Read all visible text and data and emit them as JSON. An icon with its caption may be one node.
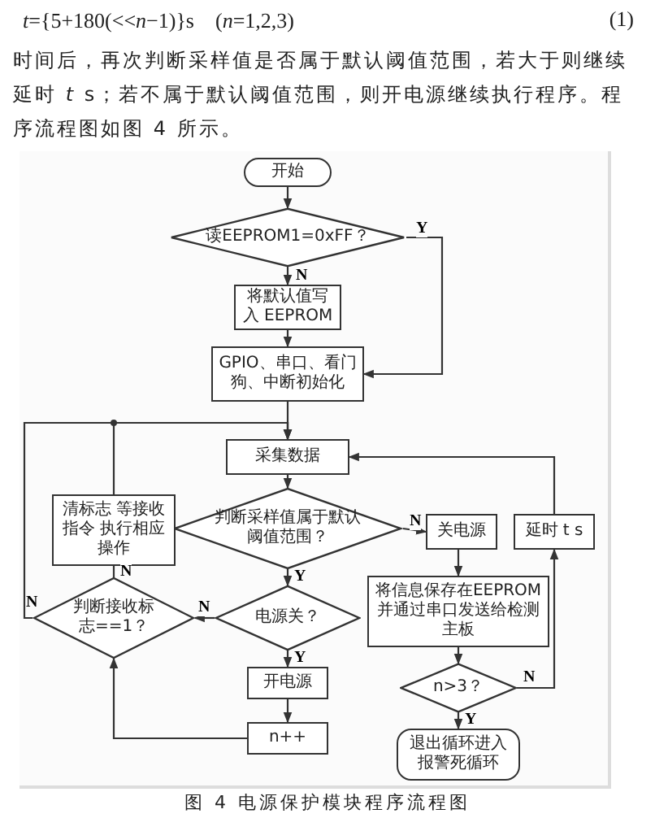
{
  "diagram": {
    "caption": "图 4  电源保护模块程序流程图",
    "nodes": [
      {
        "text": [
          "开始"
        ]
      },
      {
        "text": [
          "读EEPROM1=0xFF？"
        ]
      },
      {
        "text": [
          "将默认值写入 EEPROM"
        ]
      },
      {
        "text": [
          "GPIO、串口、看门狗、中断初始化"
        ]
      },
      {
        "text": [
          "采集数据"
        ]
      },
      {
        "text": [
          "判断采样值属于默认阈值范围？"
        ]
      },
      {
        "text": [
          "清标志 等接收指令 执行相应操作"
        ]
      },
      {
        "text": [
          "关电源"
        ]
      },
      {
        "text": [
          "延时 t s"
        ]
      },
      {
        "text": [
          "判断接收标志==1？"
        ]
      },
      {
        "text": [
          "电源关？"
        ]
      },
      {
        "text": [
          "将信息保存在EEPROM并通过串口发送给检测主板"
        ]
      },
      {
        "text": [
          "开电源"
        ]
      },
      {
        "text": [
          "n++"
        ]
      },
      {
        "text": [
          "n>3？"
        ]
      },
      {
        "text": [
          "退出循环进入报警死循环"
        ]
      }
    ],
    "edges": [
      {
        "from": 0,
        "to": 1,
        "arrow": "to"
      },
      {
        "from": 1,
        "to": 2,
        "arrow": "to",
        "label": "N"
      },
      {
        "from": 2,
        "to": 3,
        "arrow": "to"
      },
      {
        "from": 1,
        "to": 3,
        "arrow": "to",
        "label": "Y"
      },
      {
        "from": 3,
        "to": 4,
        "arrow": "to"
      },
      {
        "from": 4,
        "to": 5,
        "arrow": "to"
      },
      {
        "from": 5,
        "to": 7,
        "arrow": "to",
        "label": "N"
      },
      {
        "from": 5,
        "to": 10,
        "arrow": "to",
        "label": "Y"
      },
      {
        "from": 7,
        "to": 11,
        "arrow": "to"
      },
      {
        "from": 11,
        "to": 14,
        "arrow": "to"
      },
      {
        "from": 14,
        "to": 15,
        "arrow": "to",
        "label": "Y"
      },
      {
        "from": 14,
        "to": 8,
        "arrow": "to",
        "label": "N"
      },
      {
        "from": 8,
        "to": 4,
        "arrow": "to"
      },
      {
        "from": 10,
        "to": 9,
        "arrow": "to",
        "label": "N"
      },
      {
        "from": 10,
        "to": 12,
        "arrow": "to",
        "label": "Y"
      },
      {
        "from": 12,
        "to": 13,
        "arrow": "to"
      },
      {
        "from": 13,
        "to": 9,
        "arrow": "to"
      },
      {
        "from": 9,
        "to": 6,
        "arrow": "to",
        "label": "N"
      },
      {
        "from": 9,
        "to": 4,
        "arrow": "to",
        "label": "N"
      },
      {
        "from": 6,
        "to": 4,
        "arrow": "to"
      }
    ],
    "labels": [
      "*t*={5+180(<<*n*−1)}s　(*n*=1,2,3)",
      "(1)",
      "时间后，再次判断采样值是否属于默认阈值范围，若大于则继续延时 *t* s；若不属于默认阈值范围，则开电源继续执行程序。程序流程图如图 4 所示。"
    ]
  }
}
